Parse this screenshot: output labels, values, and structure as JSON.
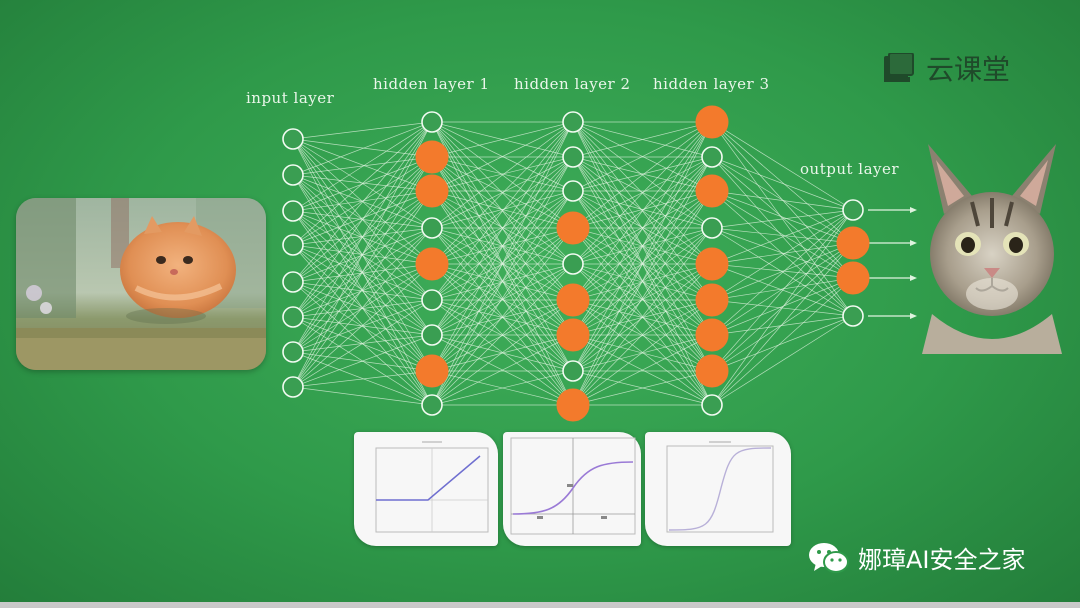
{
  "brand": {
    "name": "云课堂",
    "icon": "book-icon",
    "color": "#1f4a2a"
  },
  "layers": [
    {
      "label": "input layer",
      "nodes": 8,
      "active": []
    },
    {
      "label": "hidden layer 1",
      "nodes": 9,
      "active": [
        1,
        2,
        4,
        7
      ]
    },
    {
      "label": "hidden layer 2",
      "nodes": 9,
      "active": [
        3,
        5,
        6,
        8
      ]
    },
    {
      "label": "hidden layer 3",
      "nodes": 9,
      "active": [
        0,
        2,
        4,
        5,
        6,
        7
      ]
    },
    {
      "label": "output layer",
      "nodes": 4,
      "active": [
        1,
        2
      ]
    }
  ],
  "activation_functions": [
    "relu",
    "tanh",
    "sigmoid"
  ],
  "input_image": "flying-cat-photo",
  "output_image": "tabby-cat-face",
  "colors": {
    "background": "#2f9a4a",
    "active_node": "#f37a2c",
    "edge": "#dff3df"
  },
  "watermark": {
    "text": "娜璋AI安全之家",
    "icon": "wechat-icon"
  }
}
